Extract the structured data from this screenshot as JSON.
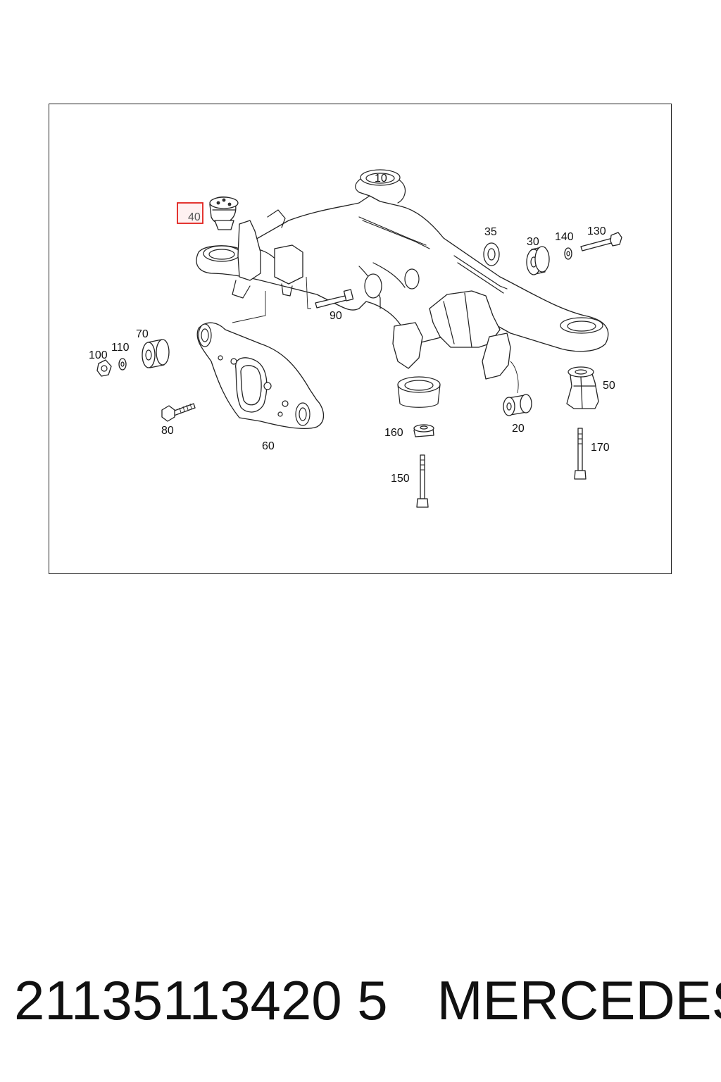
{
  "diagram": {
    "callouts": {
      "c10": "10",
      "c20": "20",
      "c30": "30",
      "c35": "35",
      "c40": "40",
      "c50": "50",
      "c60": "60",
      "c70": "70",
      "c80": "80",
      "c90": "90",
      "c100": "100",
      "c110": "110",
      "c130": "130",
      "c140": "140",
      "c150": "150",
      "c160": "160",
      "c170": "170"
    },
    "highlighted_callout": "40",
    "highlight_color": "#e0201b"
  },
  "caption": {
    "part_number": "21135113420 5",
    "brand": "MERCEDES"
  }
}
